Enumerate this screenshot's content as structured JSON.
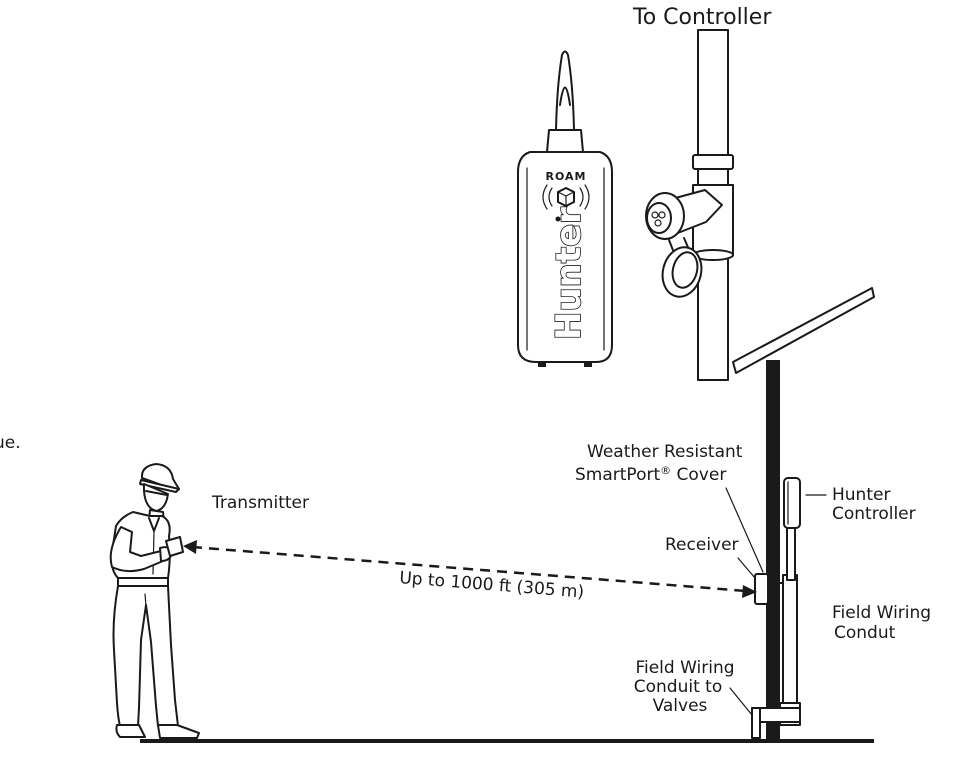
{
  "labels": {
    "to_controller": "To Controller",
    "transmitter": "Transmitter",
    "range": "Up to 1000 ft (305 m)",
    "weather_cover_line1": "Weather Resistant",
    "weather_cover_line2": "SmartPort",
    "weather_cover_reg": "®",
    "weather_cover_line3": " Cover",
    "receiver": "Receiver",
    "hunter_controller_line1": "Hunter",
    "hunter_controller_line2": "Controller",
    "field_wiring_line1": "Field Wiring",
    "field_wiring_line2": "Condut",
    "conduit_valves_line1": "Field Wiring",
    "conduit_valves_line2": "Conduit to",
    "conduit_valves_line3": "Valves",
    "clipped_text": "ue."
  },
  "device": {
    "model_text": "ROAM",
    "brand_text": "Hunter"
  },
  "colors": {
    "ink": "#1a1a1a",
    "background": "#ffffff"
  }
}
